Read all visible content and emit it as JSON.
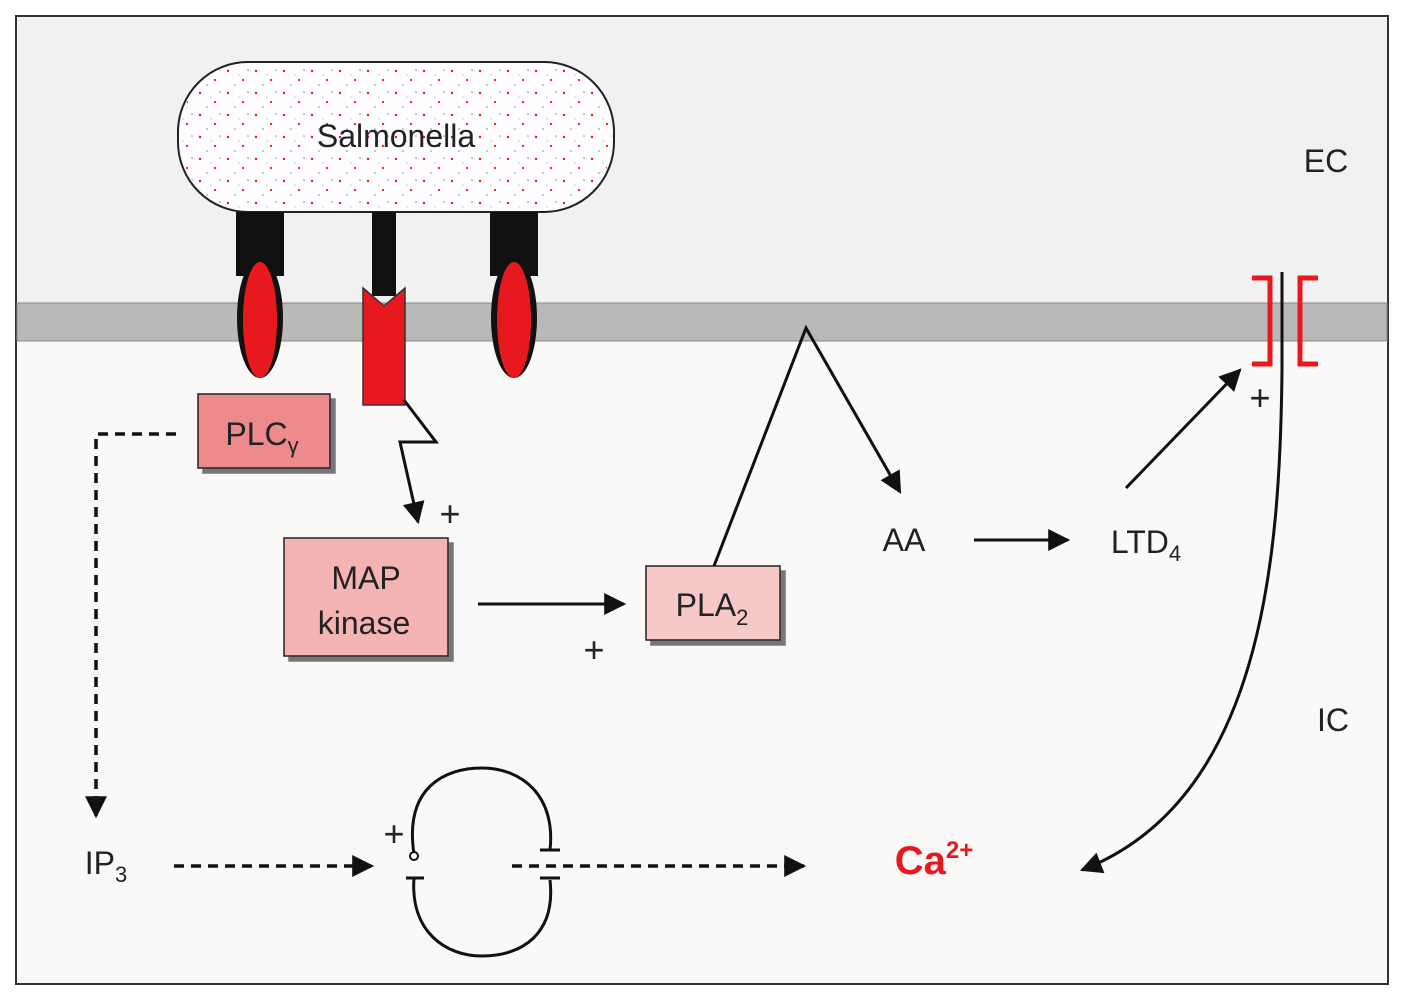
{
  "labels": {
    "salmonella": "Salmonella",
    "ec": "EC",
    "ic": "IC",
    "plc": "PLC",
    "plc_sub": "γ",
    "map_line1": "MAP",
    "map_line2": "kinase",
    "pla": "PLA",
    "pla_sub": "2",
    "aa": "AA",
    "ltd": "LTD",
    "ltd_sub": "4",
    "ip": "IP",
    "ip_sub": "3",
    "ca": "Ca",
    "ca_sup": "2+",
    "plus": "+"
  },
  "colors": {
    "red": "#e8191e",
    "box_plc": "#ec8a8e",
    "box_map": "#f4b4b4",
    "box_pla": "#f6c8c8",
    "ec_bg": "#f1f1f1",
    "ic_bg": "#fbf8f8",
    "membrane": "#b9b9b9"
  }
}
